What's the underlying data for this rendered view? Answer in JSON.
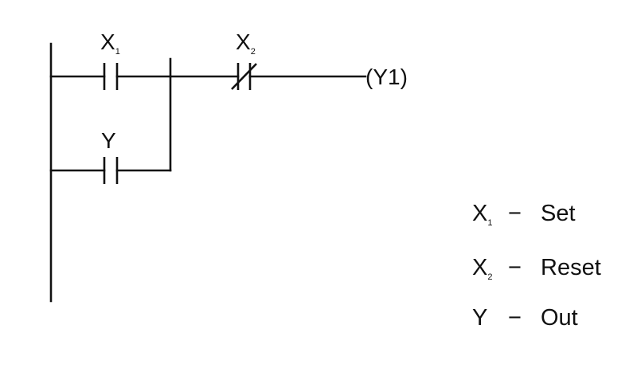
{
  "contacts": {
    "x1": {
      "letter": "X",
      "subscript": "1",
      "type": "normally-open"
    },
    "x2": {
      "letter": "X",
      "subscript": "2",
      "type": "normally-closed"
    },
    "y": {
      "letter": "Y",
      "type": "normally-open"
    }
  },
  "coil": {
    "label": "(Y1)"
  },
  "legend": [
    {
      "letter": "X",
      "subscript": "1",
      "dash": "−",
      "meaning": "Set"
    },
    {
      "letter": "X",
      "subscript": "2",
      "dash": "−",
      "meaning": "Reset"
    },
    {
      "letter": "Y",
      "subscript": "",
      "dash": "−",
      "meaning": "Out"
    }
  ],
  "colors": {
    "line": "#111111",
    "background": "#ffffff"
  }
}
